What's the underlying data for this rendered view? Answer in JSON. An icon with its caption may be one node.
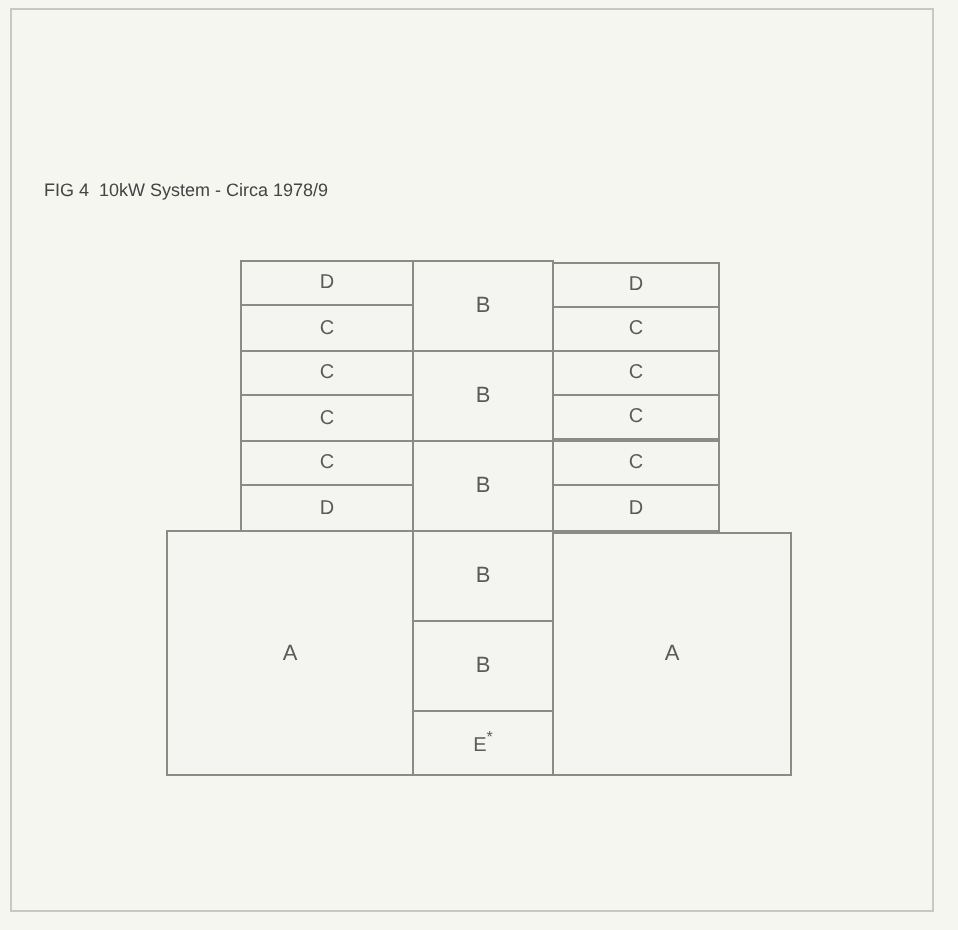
{
  "diagram": {
    "title": "FIG 4  10kW System - Circa 1978/9",
    "nodes": [
      {
        "text": [
          "D"
        ]
      },
      {
        "text": [
          "B"
        ]
      },
      {
        "text": [
          "D"
        ]
      },
      {
        "text": [
          "C"
        ]
      },
      {
        "text": [
          "C"
        ]
      },
      {
        "text": [
          "C"
        ]
      },
      {
        "text": [
          "B"
        ]
      },
      {
        "text": [
          "C"
        ]
      },
      {
        "text": [
          "C"
        ]
      },
      {
        "text": [
          "C"
        ]
      },
      {
        "text": [
          "C"
        ]
      },
      {
        "text": [
          "B"
        ]
      },
      {
        "text": [
          "C"
        ]
      },
      {
        "text": [
          "D"
        ]
      },
      {
        "text": [
          "D"
        ]
      },
      {
        "text": [
          "A"
        ]
      },
      {
        "text": [
          "B"
        ]
      },
      {
        "text": [
          "A"
        ]
      },
      {
        "text": [
          "B"
        ]
      },
      {
        "text": [
          "E$^{*}$"
        ]
      }
    ]
  }
}
